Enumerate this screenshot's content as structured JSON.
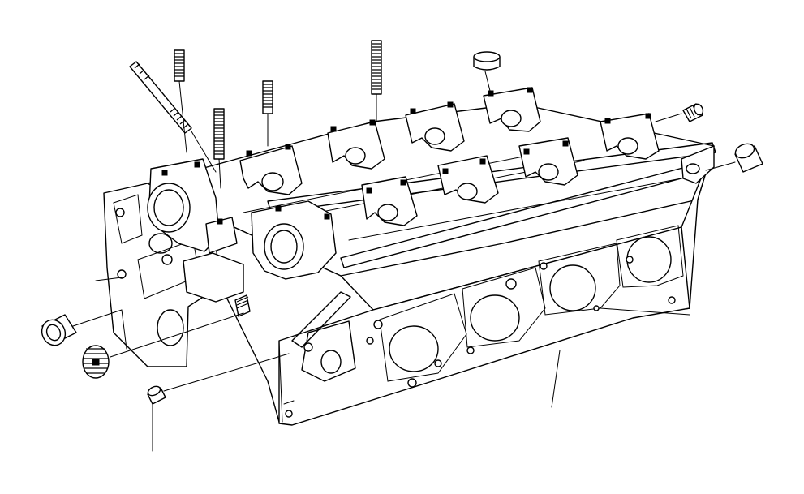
{
  "diagram": {
    "line_color": "#000000",
    "background": "#ffffff",
    "parts": [
      "cylinder-head",
      "cam-bearing-cap",
      "stud",
      "long-stud",
      "plug-cap",
      "threaded-plug",
      "dowel-sleeve",
      "core-plug",
      "leader-line"
    ]
  }
}
